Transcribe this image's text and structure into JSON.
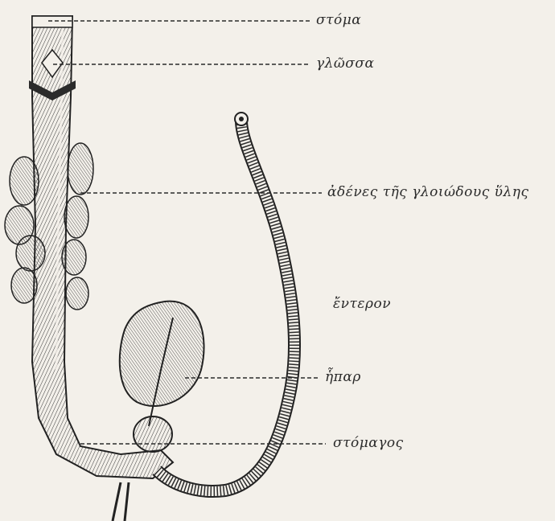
{
  "labels": {
    "mouth": "στόμα",
    "tongue": "γλῶσσα",
    "glands": "ἀδένες τῆς γλοιώδους ὕλης",
    "intestine": "ἔντερον",
    "liver": "ἧπαρ",
    "stomach": "στόμαγος"
  },
  "colors": {
    "ink": "#2b2b2b",
    "paper": "#f3f0ea"
  }
}
